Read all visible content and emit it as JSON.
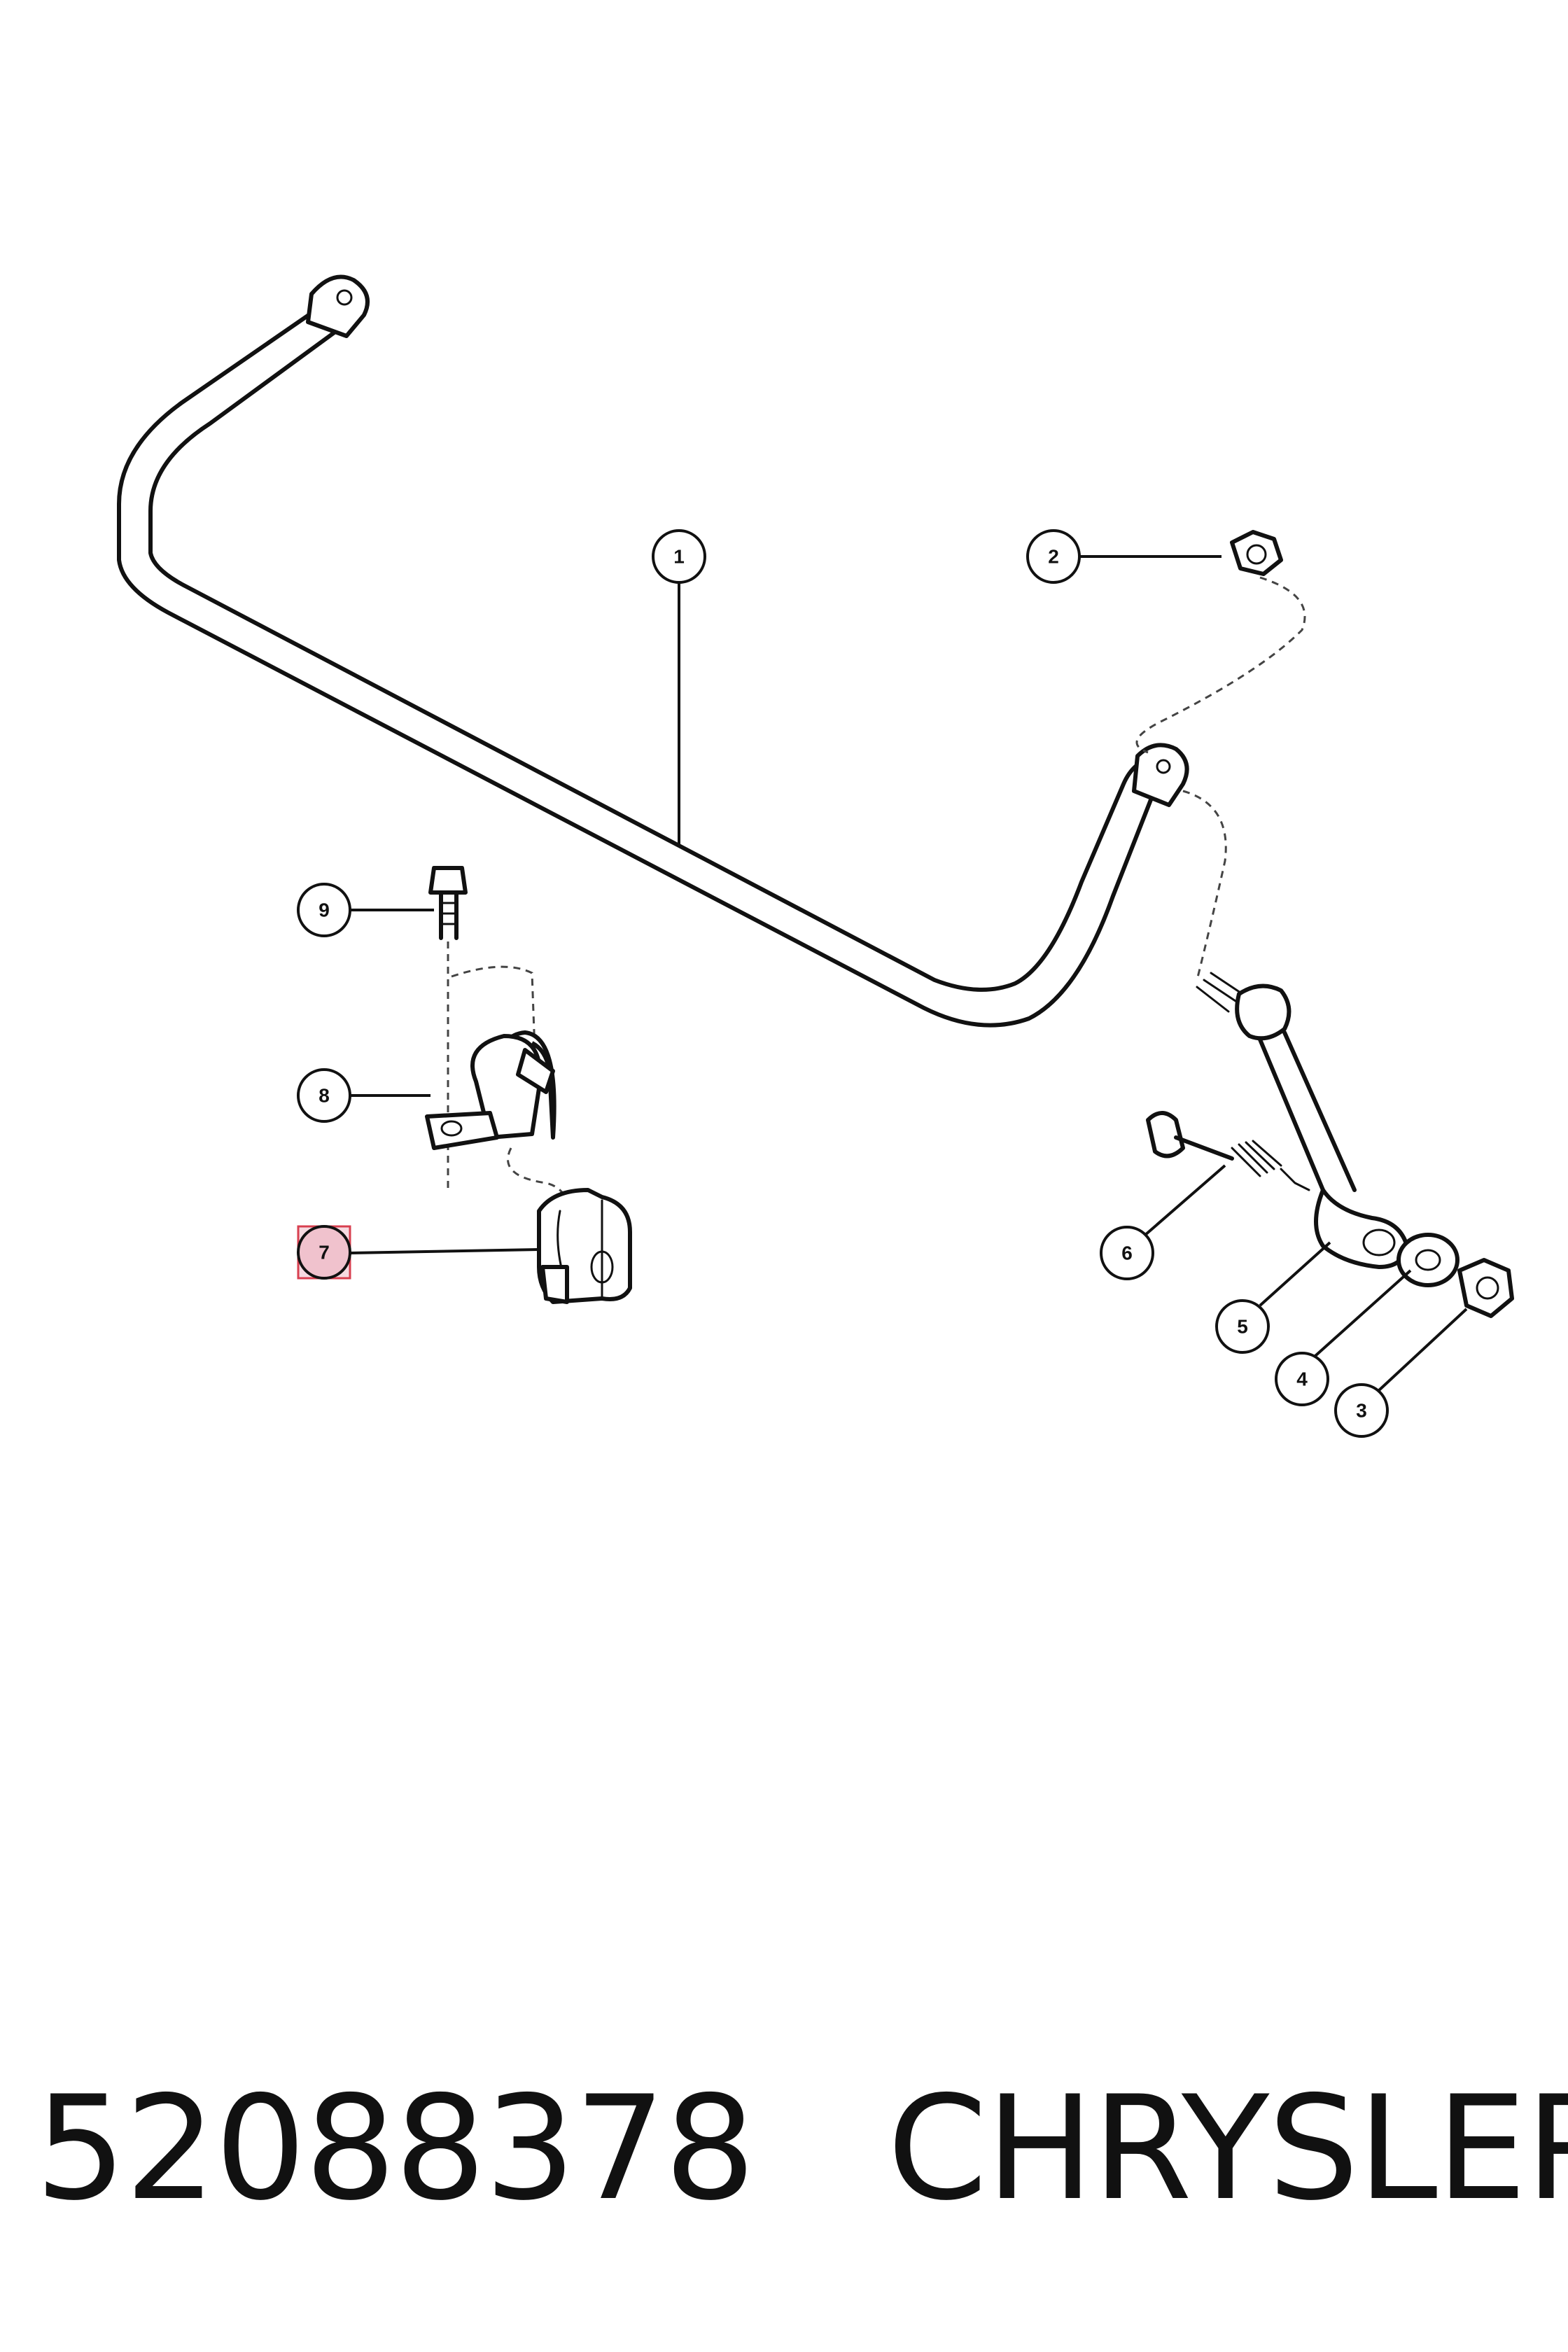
{
  "diagram": {
    "callouts": [
      {
        "num": "1"
      },
      {
        "num": "2"
      },
      {
        "num": "3"
      },
      {
        "num": "4"
      },
      {
        "num": "5"
      },
      {
        "num": "6"
      },
      {
        "num": "7",
        "highlighted": true
      },
      {
        "num": "8"
      },
      {
        "num": "9"
      }
    ],
    "highlight_color": "#d84050"
  },
  "caption": {
    "part_number": "52088378",
    "brand": "CHRYSLER"
  }
}
